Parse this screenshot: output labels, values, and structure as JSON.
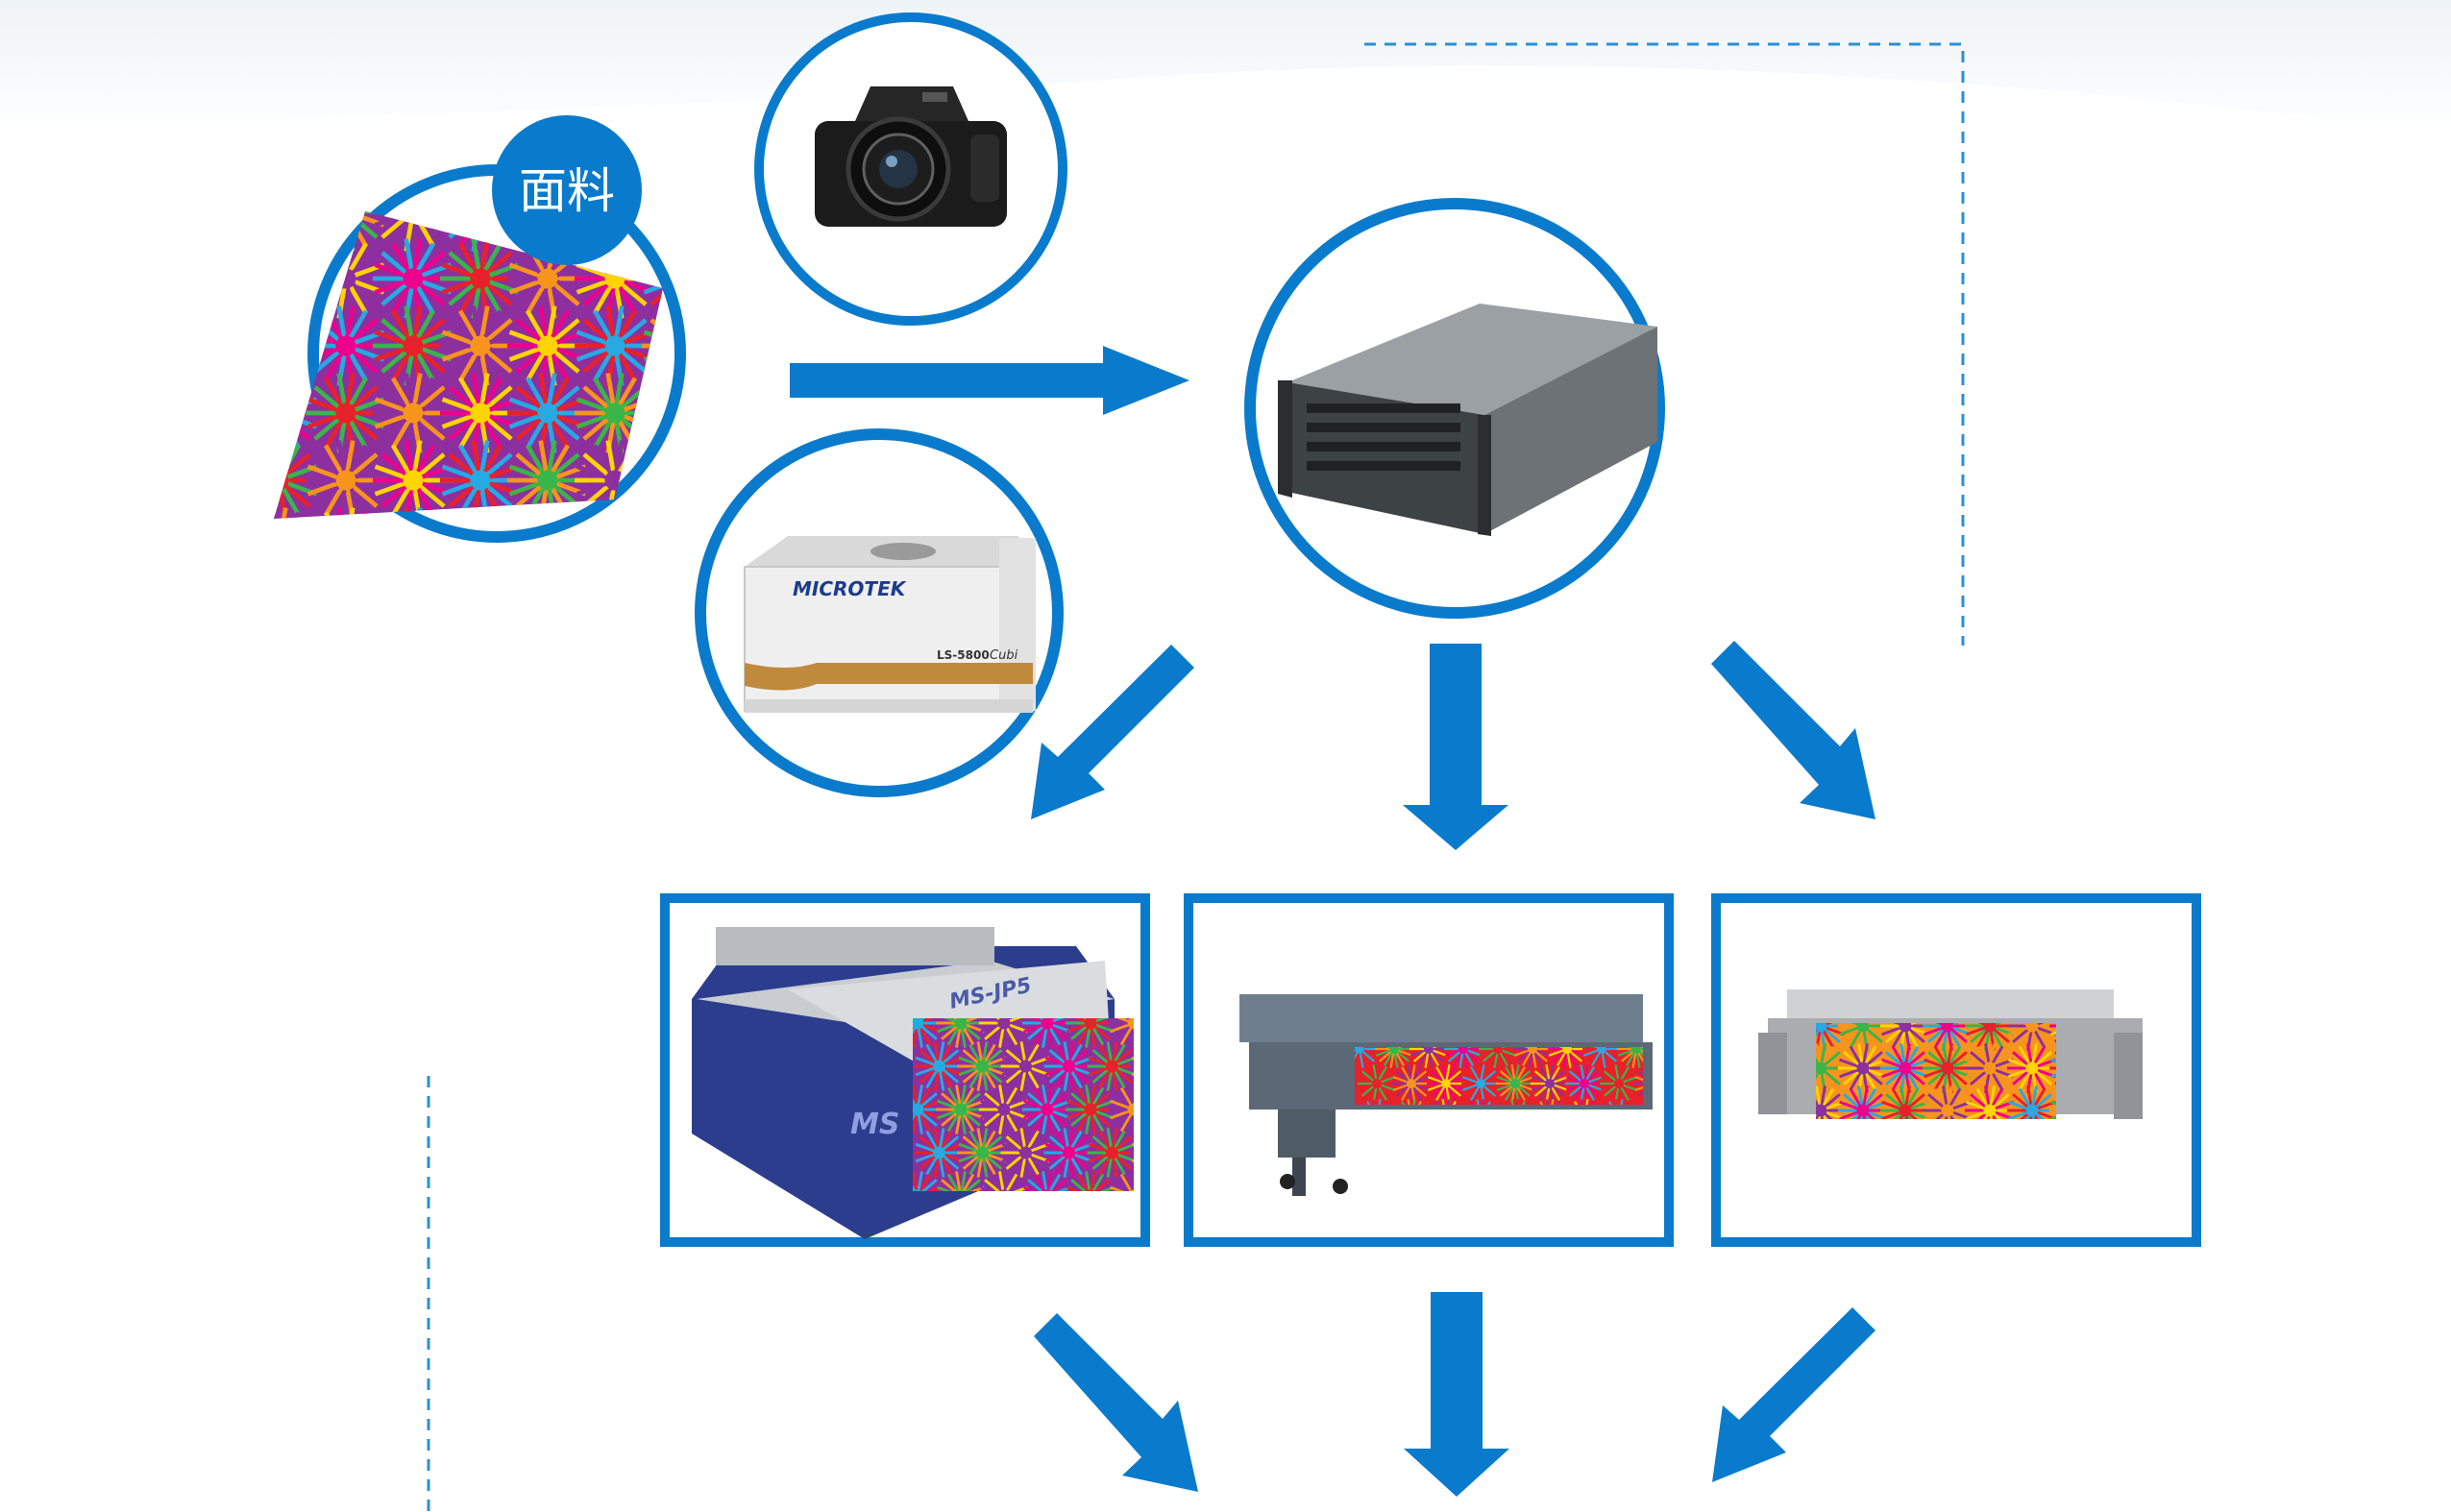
{
  "fabric": {
    "badge_label": "面料",
    "pattern_colors": [
      "#e8202a",
      "#f7941d",
      "#ffd400",
      "#27a9e1",
      "#39b54a",
      "#8e2fa0",
      "#ec008c"
    ]
  },
  "device_labels": {
    "scanner_brand": "MICROTEK",
    "scanner_model": "LS-5800",
    "scanner_model_suffix": "Cubi",
    "printer_left_model": "MS-JP5",
    "printer_left_brand": "MS"
  },
  "colors": {
    "accent": "#0a7bcc",
    "dashed_line": "#2b8fd6",
    "server_body": "#6d7276",
    "printer_blue": "#2d3d8e",
    "printer_grey": "#8a9096"
  }
}
